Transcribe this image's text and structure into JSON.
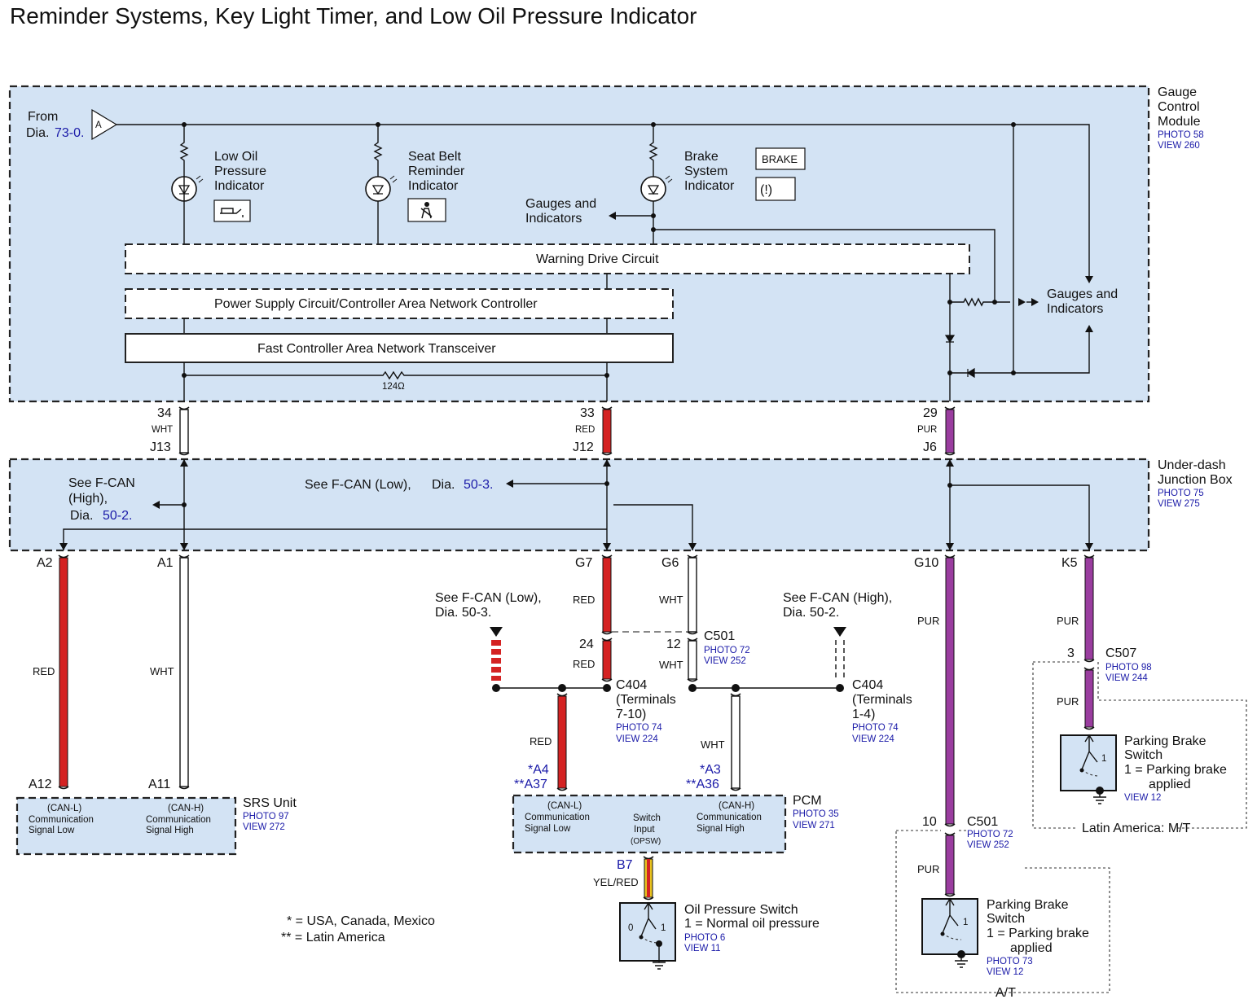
{
  "title": "Reminder Systems, Key Light Timer, and Low Oil Pressure Indicator",
  "gauge_module": {
    "name_lines": [
      "Gauge",
      "Control",
      "Module"
    ],
    "photo": "PHOTO 58",
    "view": "VIEW 260",
    "from_label": "From",
    "from_dia_prefix": "Dia.",
    "from_dia_ref": "73-0.",
    "from_connector": "A",
    "indicators": [
      {
        "lines": [
          "Low Oil",
          "Pressure",
          "Indicator"
        ]
      },
      {
        "lines": [
          "Seat Belt",
          "Reminder",
          "Indicator"
        ]
      },
      {
        "lines": [
          "Brake",
          "System",
          "Indicator"
        ]
      }
    ],
    "brake_badge": "BRAKE",
    "brake_symbol": "(!)",
    "gauges_left_lines": [
      "Gauges and",
      "Indicators"
    ],
    "gauges_right_lines": [
      "Gauges and",
      "Indicators"
    ],
    "warning_drive": "Warning Drive Circuit",
    "power_supply": "Power Supply Circuit/Controller Area Network Controller",
    "transceiver": "Fast Controller Area Network Transceiver",
    "resistor": "124Ω"
  },
  "upper_pins": [
    {
      "pin": "34",
      "color": "WHT",
      "conn": "J13"
    },
    {
      "pin": "33",
      "color": "RED",
      "conn": "J12"
    },
    {
      "pin": "29",
      "color": "PUR",
      "conn": "J6"
    }
  ],
  "junction_box": {
    "name_lines": [
      "Under-dash",
      "Junction Box"
    ],
    "photo": "PHOTO 75",
    "view": "VIEW 275",
    "see_high_lines": [
      "See F-CAN",
      "(High),"
    ],
    "see_high_dia_prefix": "Dia.",
    "see_high_dia_ref": "50-2.",
    "see_low": "See F-CAN (Low),",
    "see_low_dia_prefix": "Dia.",
    "see_low_dia_ref": "50-3."
  },
  "lower_pins": {
    "A2": "A2",
    "A1": "A1",
    "G7": "G7",
    "G6": "G6",
    "G10": "G10",
    "K5": "K5",
    "A12": "A12",
    "A11": "A11"
  },
  "wire_colors": {
    "A2": "RED",
    "A1": "WHT",
    "G7": "RED",
    "G6": "WHT",
    "c404_red": "RED",
    "c501_wht": "WHT",
    "pcm_red": "RED",
    "pcm_wht": "WHT",
    "G10": "PUR",
    "G10_lower": "PUR",
    "K5": "PUR",
    "K5_lower": "PUR",
    "B7": "YEL/RED"
  },
  "see_low_mid_lines": [
    "See F-CAN (Low),",
    "Dia. 50-3."
  ],
  "see_high_mid_lines": [
    "See F-CAN (High),",
    "Dia. 50-2."
  ],
  "c501": {
    "name": "C501",
    "pin_g7": "24",
    "pin_g6": "12",
    "photo": "PHOTO 72",
    "view": "VIEW 252"
  },
  "c404_left": {
    "lines": [
      "C404",
      "(Terminals",
      "7-10)"
    ],
    "photo": "PHOTO 74",
    "view": "VIEW 224"
  },
  "c404_right": {
    "lines": [
      "C404",
      "(Terminals",
      "1-4)"
    ],
    "photo": "PHOTO 74",
    "view": "VIEW 224"
  },
  "srs_unit": {
    "name": "SRS Unit",
    "photo": "PHOTO 97",
    "view": "VIEW 272",
    "low_lines": [
      "(CAN-L)",
      "Communication",
      "Signal Low"
    ],
    "high_lines": [
      "(CAN-H)",
      "Communication",
      "Signal High"
    ]
  },
  "pcm": {
    "name": "PCM",
    "photo": "PHOTO 35",
    "view": "VIEW 271",
    "pin_low_lines": [
      "*A4",
      "**A37"
    ],
    "pin_high_lines": [
      "*A3",
      "**A36"
    ],
    "low_lines": [
      "(CAN-L)",
      "Communication",
      "Signal Low"
    ],
    "switch_lines": [
      "Switch",
      "Input",
      "(OPSW)"
    ],
    "high_lines": [
      "(CAN-H)",
      "Communication",
      "Signal High"
    ],
    "pin_b7": "B7"
  },
  "oil_switch": {
    "lines": [
      "Oil Pressure Switch",
      "1 = Normal oil pressure"
    ],
    "photo": "PHOTO 6",
    "view": "VIEW 11",
    "pos0": "0",
    "pos1": "1"
  },
  "c507": {
    "pin": "3",
    "name": "C507",
    "photo": "PHOTO 98",
    "view": "VIEW 244"
  },
  "c501_lower": {
    "pin": "10",
    "name": "C501",
    "photo": "PHOTO 72",
    "view": "VIEW 252"
  },
  "pb_switch_mt": {
    "lines": [
      "Parking Brake",
      "Switch",
      "1 = Parking brake",
      "applied"
    ],
    "view": "VIEW 12",
    "pos1": "1",
    "group": "Latin America: M/T"
  },
  "pb_switch_at": {
    "lines": [
      "Parking Brake",
      "Switch",
      "1 = Parking brake",
      "applied"
    ],
    "photo": "PHOTO 73",
    "view": "VIEW 12",
    "pos1": "1",
    "group": "A/T"
  },
  "footnotes": [
    "* = USA, Canada, Mexico",
    "** = Latin America"
  ],
  "colors": {
    "box_fill": "#d3e3f4",
    "red_wire": "#d42222",
    "pur_wire": "#9a3d9f",
    "ref_blue": "#1a1aa8"
  }
}
